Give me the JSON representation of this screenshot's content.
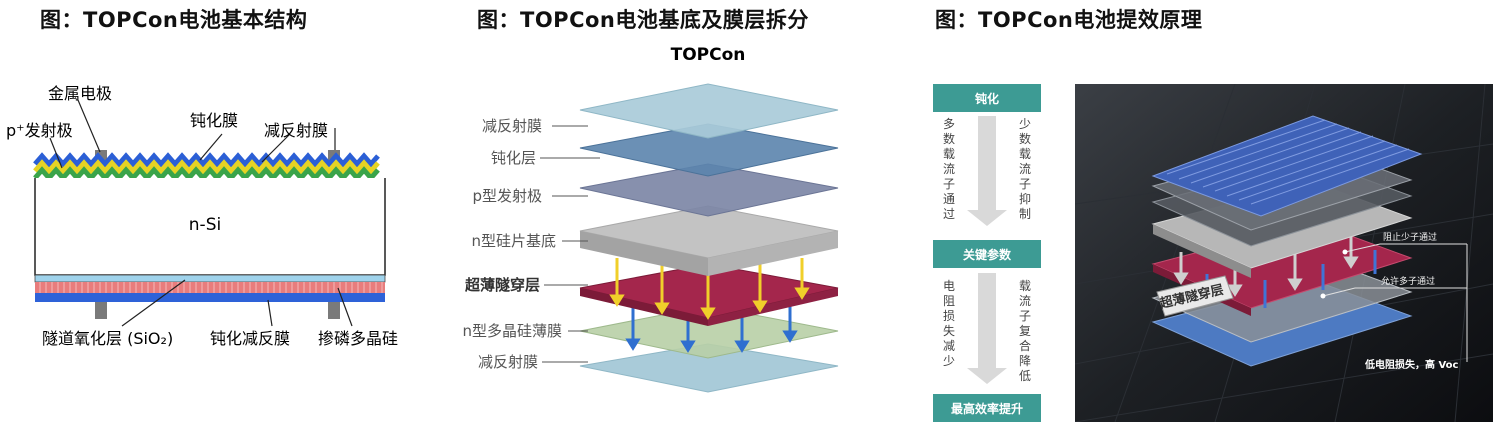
{
  "panels": [
    {
      "title": "图：TOPCon电池基本结构"
    },
    {
      "title": "图：TOPCon电池基底及膜层拆分"
    },
    {
      "title": "图：TOPCon电池提效原理"
    }
  ],
  "structure": {
    "labels": {
      "metal_electrode": "金属电极",
      "p_emitter": "p⁺发射极",
      "passivation_film": "钝化膜",
      "antireflection_film": "减反射膜",
      "substrate": "n-Si",
      "tunnel_oxide": "隧道氧化层 (SiO₂)",
      "passivation_ar_film": "钝化减反膜",
      "phosphorus_poly": "掺磷多晶硅"
    }
  },
  "layers": {
    "heading": "TOPCon",
    "items": [
      {
        "label": "减反射膜",
        "color": "#a9cbd9"
      },
      {
        "label": "钝化层",
        "color": "#5b84ad"
      },
      {
        "label": "p型发射极",
        "color": "#7d87a6"
      },
      {
        "label": "n型硅片基底",
        "color": "#bcbcbc"
      },
      {
        "label": "超薄隧穿层",
        "color": "#a4264c"
      },
      {
        "label": "n型多晶硅薄膜",
        "color": "#b8cfa6"
      },
      {
        "label": "减反射膜",
        "color": "#a9cbd9"
      }
    ]
  },
  "principle": {
    "flow": {
      "step1": "钝化",
      "left1": "多数载流子通过",
      "right1": "少数载流子抑制",
      "step2": "关键参数",
      "left2": "电阻损失减少",
      "right2": "载流子复合降低",
      "step3": "最高效率提升"
    },
    "photo": {
      "layer_tag": "超薄隧穿层",
      "note_block": "阻止少子通过",
      "note_allow": "允许多子通过",
      "note_result": "低电阻损失，高 Voc"
    },
    "colors": {
      "teal": "#3d9b94"
    }
  }
}
